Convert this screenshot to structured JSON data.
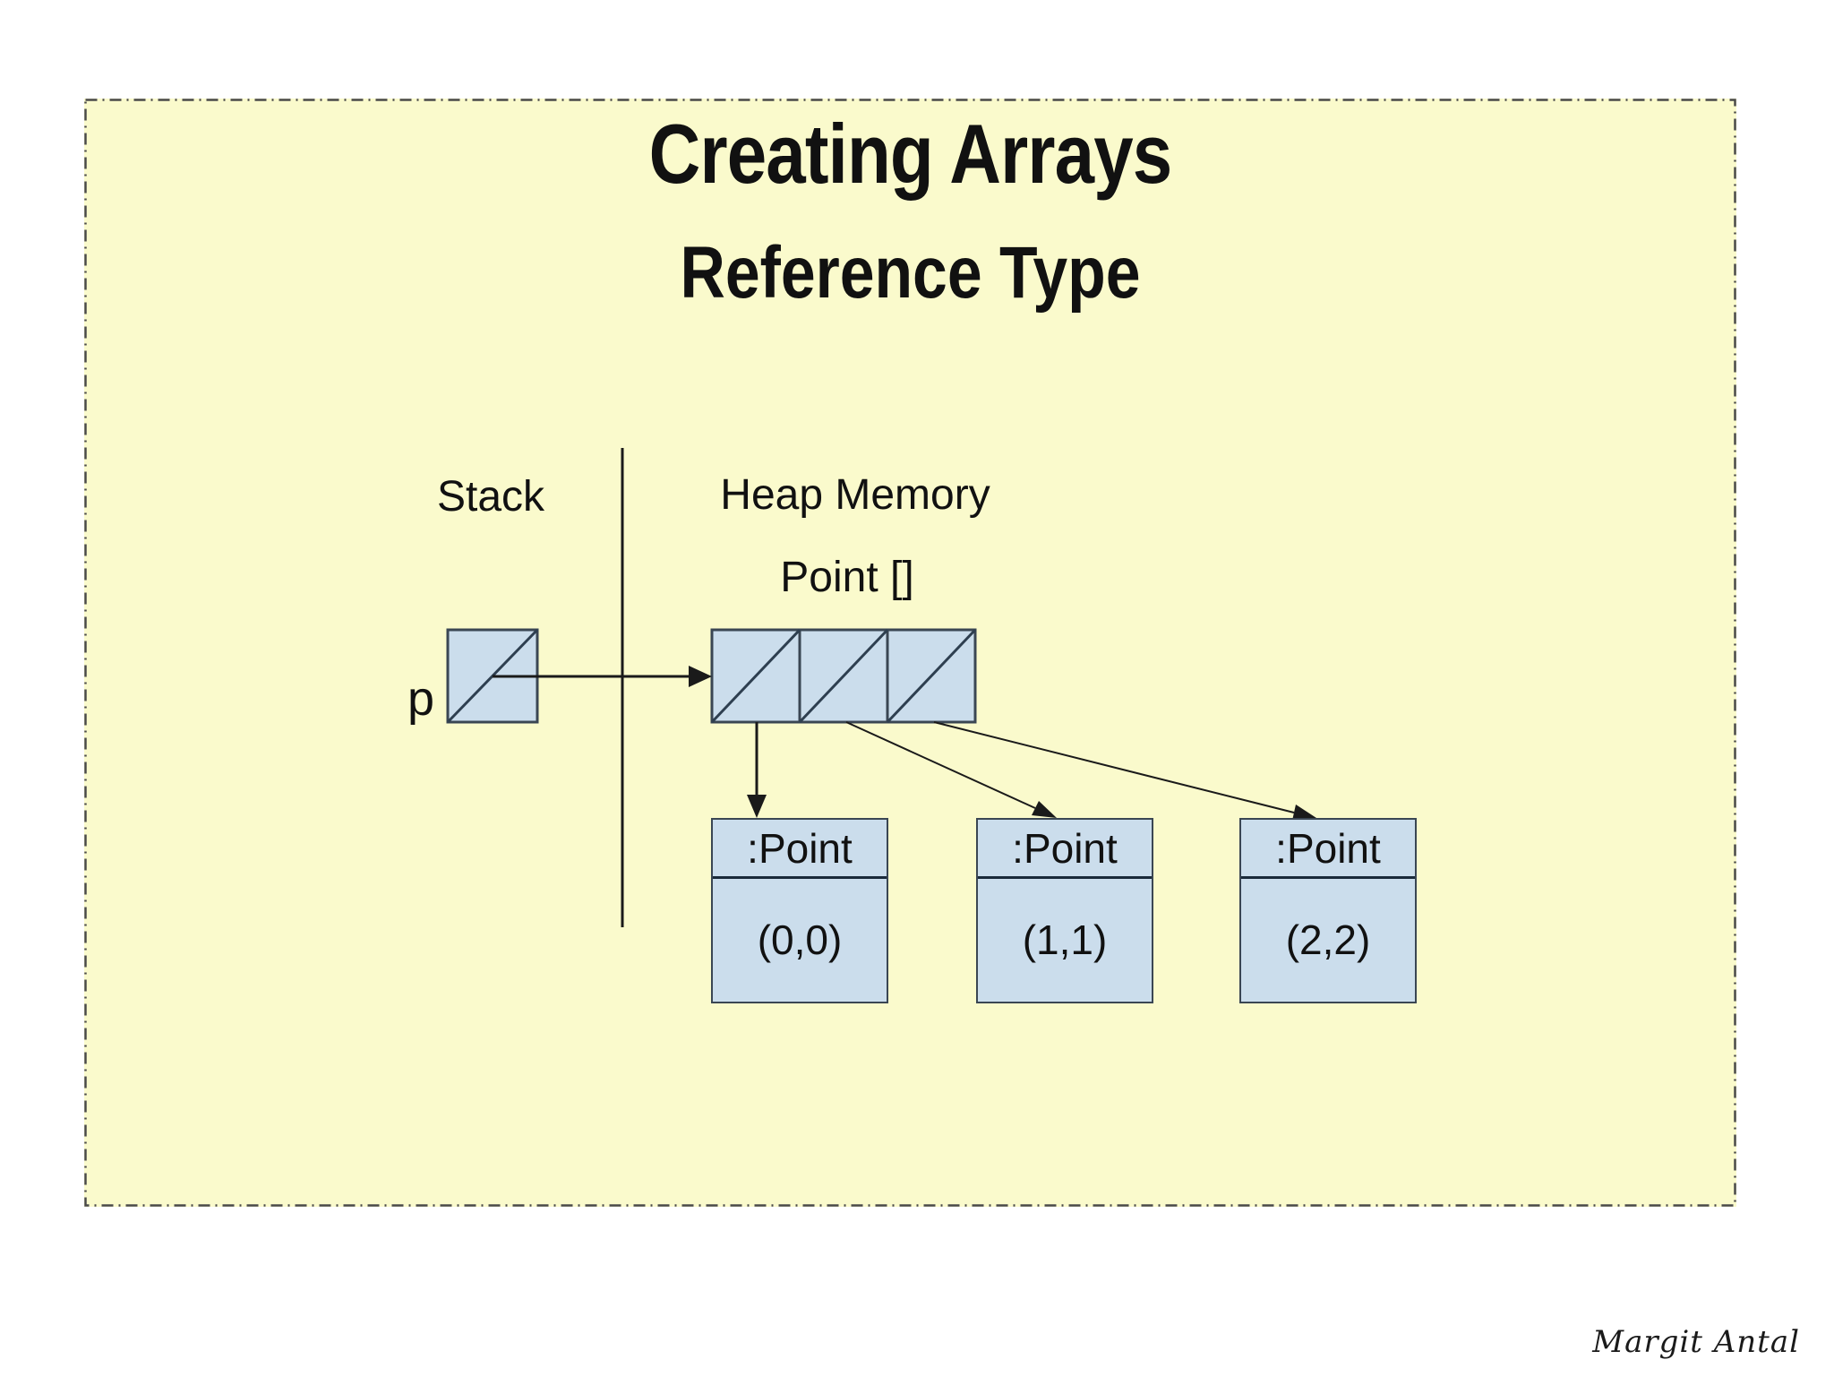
{
  "slide": {
    "title": "Creating Arrays",
    "subtitle": "Reference Type",
    "diagram": {
      "stack_label": "Stack",
      "heap_label": "Heap Memory",
      "array_type_label": "Point []",
      "pointer_label": "p",
      "array_cell_count": 3,
      "objects": [
        {
          "class_name": ":Point",
          "value": "(0,0)"
        },
        {
          "class_name": ":Point",
          "value": "(1,1)"
        },
        {
          "class_name": ":Point",
          "value": "(2,2)"
        }
      ]
    }
  },
  "signature": "Margit Antal",
  "colors": {
    "slide-bg": "#FAFACC",
    "box-fill": "#CBDDEC",
    "box-stroke": "#3A4653",
    "line-color": "#1A1A1A",
    "border-color": "#4A4A4A",
    "text-color": "#111111"
  }
}
